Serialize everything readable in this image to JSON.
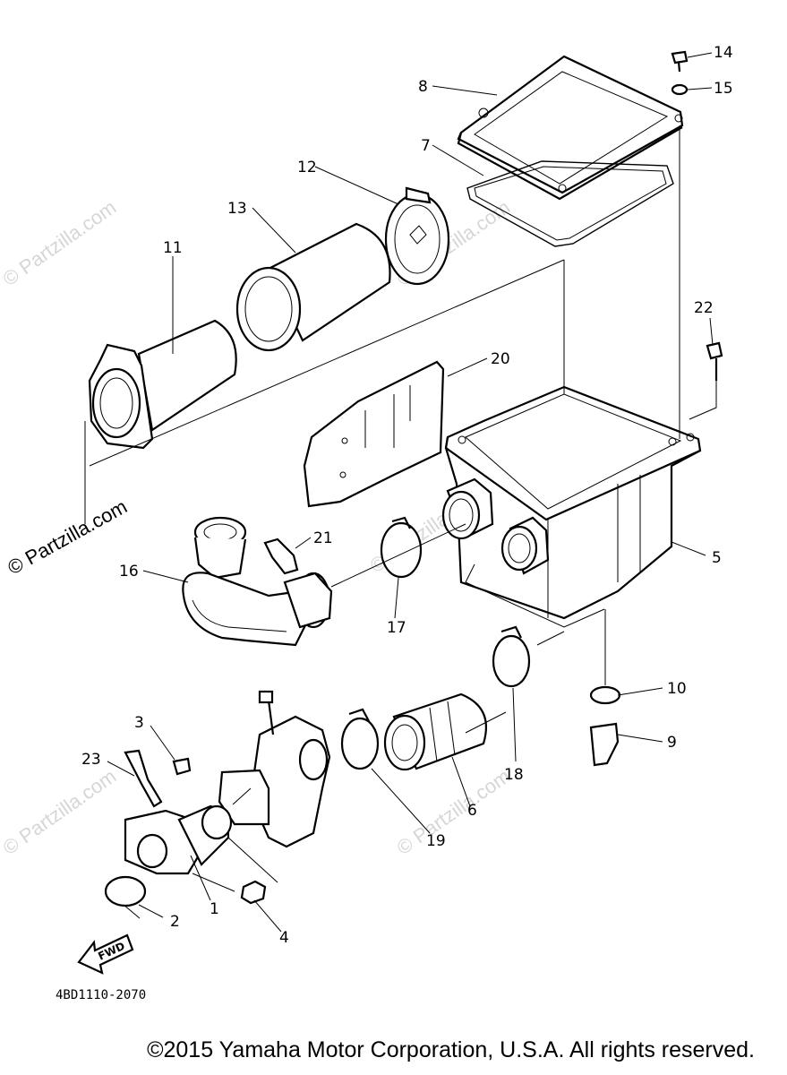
{
  "diagram": {
    "part_numbers": [
      "1",
      "2",
      "3",
      "4",
      "5",
      "6",
      "7",
      "8",
      "9",
      "10",
      "11",
      "12",
      "13",
      "14",
      "15",
      "16",
      "17",
      "18",
      "19",
      "20",
      "21",
      "22",
      "23"
    ],
    "fwd_label": "FWD",
    "drawing_code": "4BD1110-2070"
  },
  "watermark": {
    "text": "© Partzilla.com",
    "faint_text": "© Partzilla.com"
  },
  "footer": {
    "copyright": "©2015 Yamaha Motor Corporation, U.S.A. All rights reserved."
  }
}
